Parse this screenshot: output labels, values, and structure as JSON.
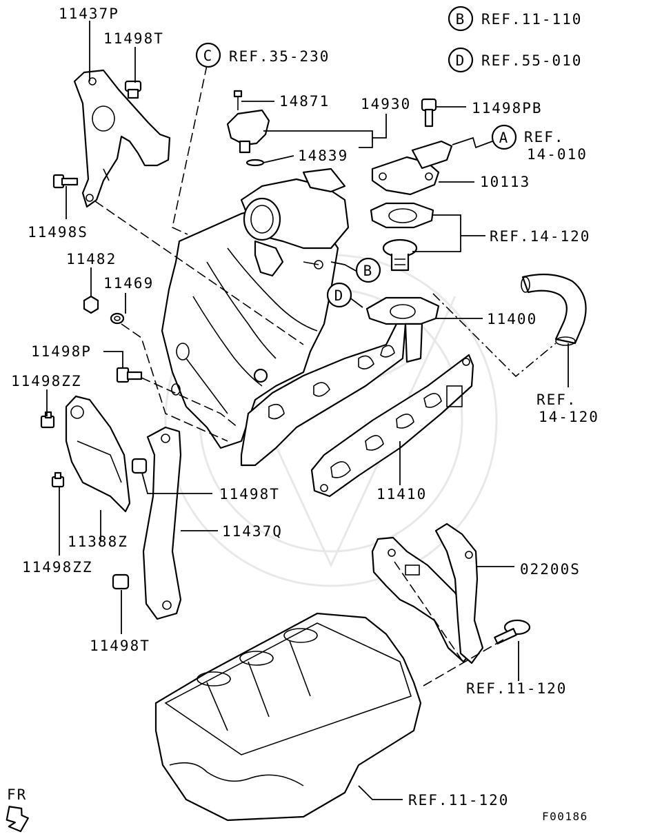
{
  "labels": {
    "l_11437P": "11437P",
    "l_11498T_top": "11498T",
    "l_ref35": "REF.35-230",
    "l_14871": "14871",
    "l_14930": "14930",
    "l_11498PB": "11498PB",
    "l_14839": "14839",
    "l_refA_1": "REF.",
    "l_refA_2": "14-010",
    "l_10113": "10113",
    "l_11498S": "11498S",
    "l_ref14_120_a": "REF.14-120",
    "l_11482": "11482",
    "l_11469": "11469",
    "l_11400": "11400",
    "l_11498P": "11498P",
    "l_11498ZZ_a": "11498ZZ",
    "l_ref14_120_b1": "REF.",
    "l_ref14_120_b2": "14-120",
    "l_11498T_mid": "11498T",
    "l_11410": "11410",
    "l_11437Q": "11437Q",
    "l_11388Z": "11388Z",
    "l_11498ZZ_b": "11498ZZ",
    "l_02200S": "02200S",
    "l_11498T_low": "11498T",
    "l_ref11_120_a": "REF.11-120",
    "l_ref11_120_b": "REF.11-120",
    "l_refB": "REF.11-110",
    "l_refD": "REF.55-010",
    "l_fr": "FR",
    "l_code": "F00186"
  },
  "callouts": {
    "B_top": "B",
    "D_top": "D",
    "C": "C",
    "A": "A",
    "B_mid": "B",
    "D_mid": "D"
  }
}
